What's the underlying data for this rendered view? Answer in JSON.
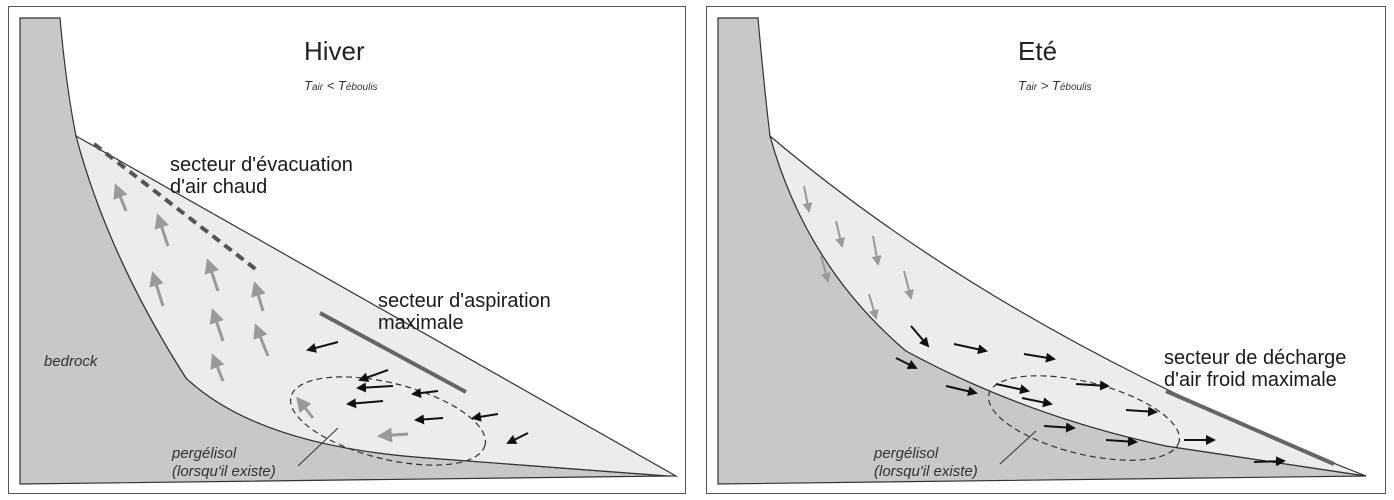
{
  "winter": {
    "title": "Hiver",
    "condition": {
      "t": "T",
      "sub1": "air",
      "op": " < ",
      "t2": "T",
      "sub2": "éboulis"
    },
    "sector_top": [
      "secteur d'évacuation",
      "d'air chaud"
    ],
    "sector_mid": [
      "secteur d'aspiration",
      "maximale"
    ],
    "bedrock": "bedrock",
    "permafrost": [
      "pergélisol",
      "(lorsqu'il existe)"
    ]
  },
  "summer": {
    "title": "Eté",
    "condition": {
      "t": "T",
      "sub1": "air",
      "op": " > ",
      "t2": "T",
      "sub2": "éboulis"
    },
    "sector": [
      "secteur de décharge",
      "d'air froid maximale"
    ],
    "permafrost": [
      "pergélisol",
      "(lorsqu'il existe)"
    ]
  },
  "colors": {
    "bedrock": "#c8c8c8",
    "scree": "#ececec",
    "dark_arrow": "#111111",
    "light_arrow": "#9a9a9a",
    "border": "#555555"
  }
}
